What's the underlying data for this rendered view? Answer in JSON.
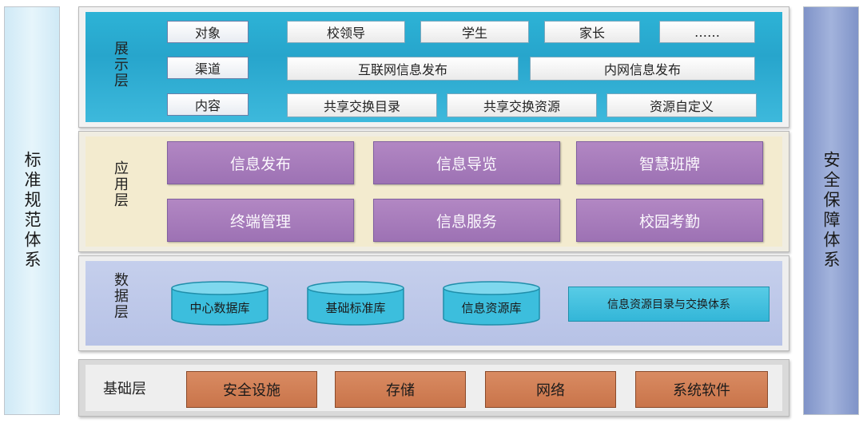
{
  "left_panel": {
    "label": "标准规范体系"
  },
  "right_panel": {
    "label": "安全保障体系"
  },
  "presentation_layer": {
    "title": "展示层",
    "rows": [
      {
        "label": "对象",
        "items": [
          "校领导",
          "学生",
          "家长",
          "……"
        ]
      },
      {
        "label": "渠道",
        "items": [
          "互联网信息发布",
          "内网信息发布"
        ]
      },
      {
        "label": "内容",
        "items": [
          "共享交换目录",
          "共享交换资源",
          "资源自定义"
        ]
      }
    ]
  },
  "application_layer": {
    "title": "应用层",
    "items": [
      "信息发布",
      "信息导览",
      "智慧班牌",
      "终端管理",
      "信息服务",
      "校园考勤"
    ]
  },
  "data_layer": {
    "title": "数据层",
    "databases": [
      "中心数据库",
      "基础标准库",
      "信息资源库"
    ],
    "catalog": "信息资源目录与交换体系"
  },
  "foundation_layer": {
    "title": "基础层",
    "items": [
      "安全设施",
      "存储",
      "网络",
      "系统软件"
    ]
  },
  "colors": {
    "presentation_bg": "#27a5cc",
    "application_box": "#a57bba",
    "data_bg": "#bcc6e8",
    "foundation_box": "#d17d55",
    "left_panel": "#d6eef8",
    "right_panel": "#8e9fd0"
  }
}
